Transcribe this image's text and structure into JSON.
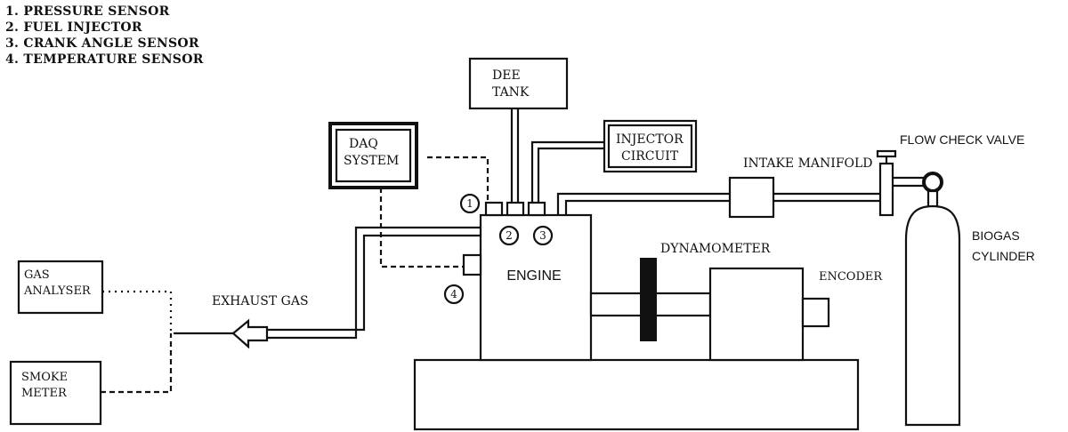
{
  "legend": {
    "items": [
      "1. PRESSURE SENSOR",
      "2. FUEL INJECTOR",
      "3. CRANK ANGLE SENSOR",
      "4. TEMPERATURE SENSOR"
    ]
  },
  "components": {
    "dee_tank": [
      "DEE",
      "TANK"
    ],
    "daq_system": [
      "DAQ",
      "SYSTEM"
    ],
    "injector_circuit": [
      "INJECTOR",
      "CIRCUIT"
    ],
    "engine": "ENGINE",
    "dynamometer": "DYNAMOMETER",
    "encoder": "ENCODER",
    "intake_manifold": "INTAKE MANIFOLD",
    "flow_check_valve": "FLOW CHECK VALVE",
    "biogas_cylinder": [
      "BIOGAS",
      "CYLINDER"
    ],
    "gas_analyser": [
      "GAS",
      "ANALYSER"
    ],
    "smoke_meter": [
      "SMOKE",
      "METER"
    ],
    "exhaust_gas": "EXHAUST GAS"
  },
  "sensor_markers": [
    "1",
    "2",
    "3",
    "4"
  ]
}
